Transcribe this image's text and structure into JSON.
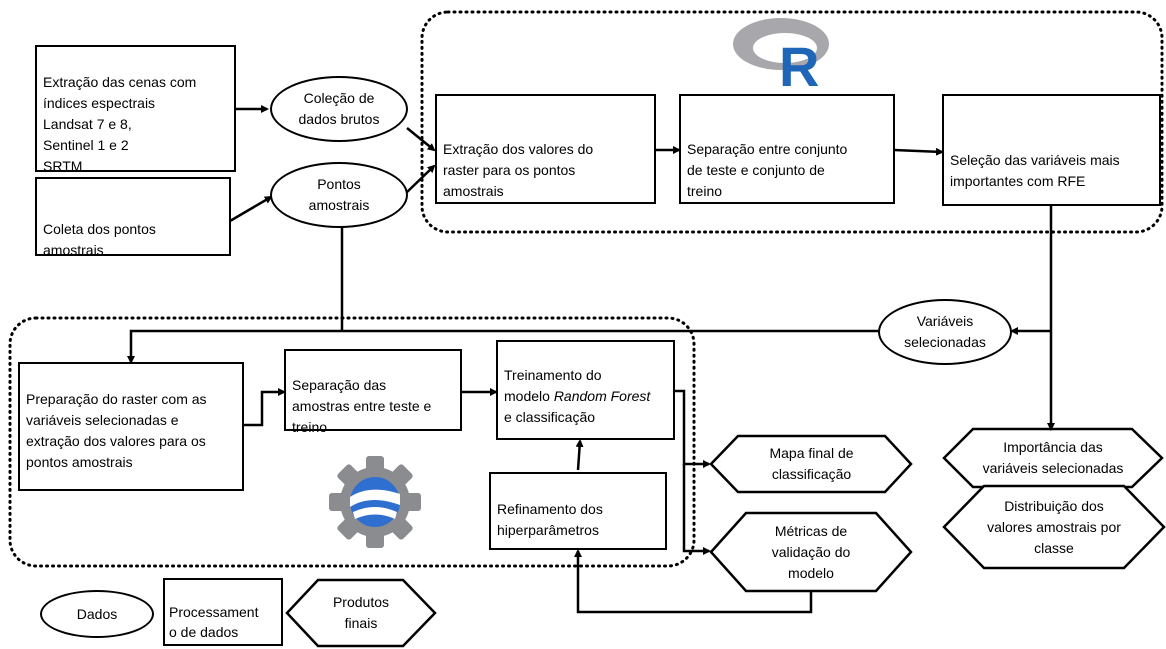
{
  "data_inputs": {
    "extraction_scenes": "Extração das cenas com\níndices espectrais\nLandsat 7 e 8,\nSentinel 1 e 2\nSRTM",
    "collect_points": "Coleta dos pontos\namostrais"
  },
  "data_nodes": {
    "raw_data": "Coleção de\ndados brutos",
    "sample_points": "Pontos\namostrais",
    "selected_vars": "Variáveis\nselecionadas"
  },
  "r_section": {
    "logo_letter": "R",
    "extract_values": "Extração dos valores do\nraster para os pontos\namostrais",
    "split_sets": "Separação entre conjunto\nde teste e conjunto de\ntreino",
    "rfe_selection": "Seleção das variáveis mais\nimportantes com RFE"
  },
  "gee_section": {
    "prep_raster": "Preparação do raster com as\nvariáveis selecionadas e\nextração dos valores para os\npontos amostrais",
    "split_samples": "Separação das\namostras entre teste e\ntreino",
    "train_prefix": "Treinamento do\nmodelo ",
    "train_italic": "Random Forest",
    "train_suffix": "\ne classificação",
    "refine": "Refinamento dos\nhiperparâmetros"
  },
  "products": {
    "final_map": "Mapa final de\nclassificação",
    "metrics": "Métricas de\nvalidação do\nmodelo",
    "importance": "Importância das\nvariáveis selecionadas",
    "distribution": "Distribuição dos\nvalores amostrais por\nclasse"
  },
  "legend": {
    "data": "Dados",
    "processing": "Processament\no de dados",
    "final_products": "Produtos\nfinais"
  },
  "icons": [
    "google-earth-engine-icon",
    "qgis-icon",
    "r-logo-icon"
  ]
}
